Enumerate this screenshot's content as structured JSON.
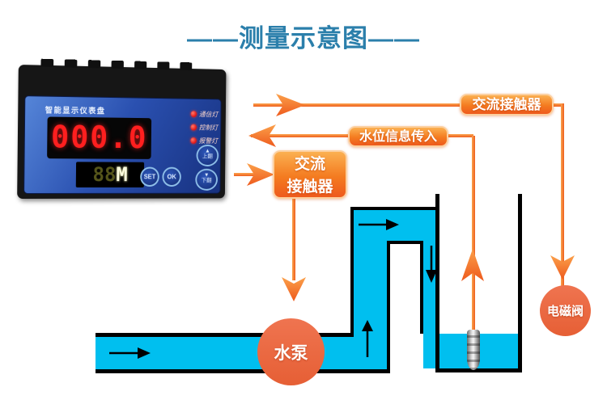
{
  "title": "——测量示意图——",
  "instrument": {
    "brand_label": "智能显示仪表盘",
    "display_value": "000.0",
    "sub_display_dim": "88",
    "sub_display_bright": "M",
    "indicators": [
      {
        "label": "通信灯"
      },
      {
        "label": "控制灯"
      },
      {
        "label": "报警灯"
      }
    ],
    "buttons": {
      "set": "SET",
      "ok": "OK",
      "up_symbol": "▲",
      "up": "上翻",
      "down_symbol": "▼",
      "down": "下翻"
    }
  },
  "flow_labels": {
    "ac_contactor": "交流接触器",
    "water_level_info": "水位信息传入",
    "ac_contactor_line1": "交流",
    "ac_contactor_line2": "接触器"
  },
  "equipment": {
    "pump": "水泵",
    "solenoid_valve": "电磁阀"
  },
  "colors": {
    "title_teal": "#2b7fab",
    "signal_orange": "#f5821f",
    "label_orange_dark": "#ee5a1d",
    "water_cyan": "#00bfef",
    "equipment_circle": "#ec6a45",
    "led_red": "#ff1f1f",
    "panel_blue": "#2a50b0"
  }
}
